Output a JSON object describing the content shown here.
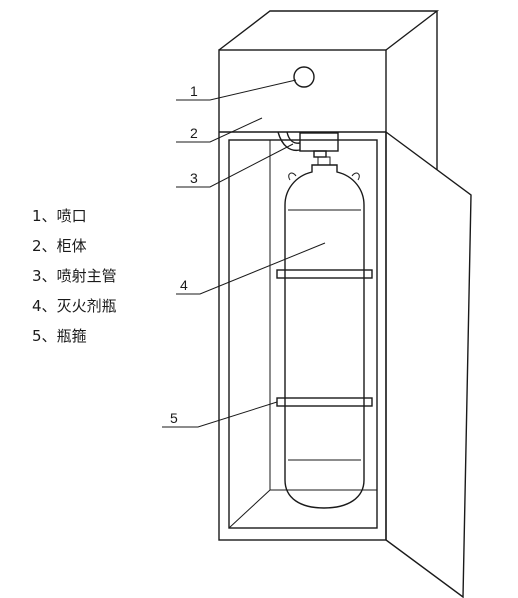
{
  "callouts": [
    "1",
    "2",
    "3",
    "4",
    "5"
  ],
  "legend": [
    {
      "num": "1",
      "label": "喷口"
    },
    {
      "num": "2",
      "label": "柜体"
    },
    {
      "num": "3",
      "label": "喷射主管"
    },
    {
      "num": "4",
      "label": "灭火剂瓶"
    },
    {
      "num": "5",
      "label": "瓶箍"
    }
  ],
  "colors": {
    "stroke": "#1a1a1a",
    "background": "#ffffff"
  }
}
